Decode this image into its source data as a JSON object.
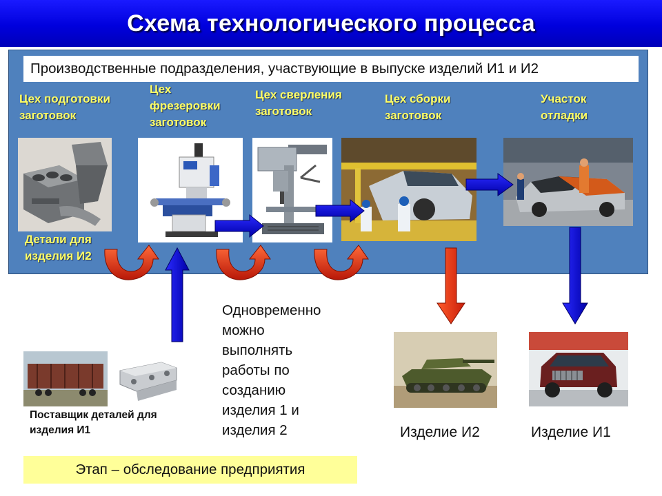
{
  "title": "Схема технологического процесса",
  "subdivisions_header": "Производственные подразделения, участвующие в выпуске изделий И1 и И2",
  "shops": [
    {
      "line1": "Цех подготовки",
      "line2": "заготовок"
    },
    {
      "line1": "Цех",
      "line2": "фрезеровки",
      "line3": "заготовок"
    },
    {
      "line1": "Цех сверления",
      "line2": "заготовок"
    },
    {
      "line1": "Цех сборки",
      "line2": "заготовок"
    },
    {
      "line1": "Участок",
      "line2": "отладки"
    }
  ],
  "parts_i2": {
    "line1": "Детали для",
    "line2": "изделия И2"
  },
  "simultaneous": [
    "Одновременно",
    "можно",
    "выполнять",
    "работы по",
    "созданию",
    "изделия 1 и",
    "изделия 2"
  ],
  "supplier": {
    "line1": "Поставщик деталей для",
    "line2": "изделия И1"
  },
  "product_i2": "Изделие И2",
  "product_i1": "Изделие И1",
  "stage": "Этап – обследование предприятия",
  "colors": {
    "title_bg": "#0000dd",
    "panel_bg": "#4f81bd",
    "label_yellow": "#ffff66",
    "arrow_blue": "#0000cc",
    "arrow_red": "#e83a1a",
    "stage_bg": "#ffff99"
  }
}
